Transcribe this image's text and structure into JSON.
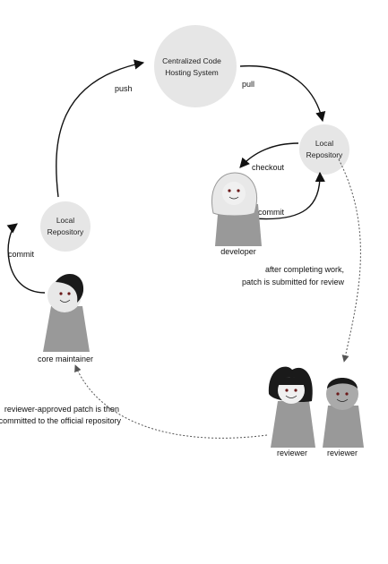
{
  "nodes": {
    "central": {
      "line1": "Centralized Code",
      "line2": "Hosting System"
    },
    "local_top": {
      "line1": "Local",
      "line2": "Repository"
    },
    "local_left": {
      "line1": "Local",
      "line2": "Repository"
    }
  },
  "edges": {
    "push": "push",
    "pull": "pull",
    "checkout": "checkout",
    "commit_dev": "commit",
    "commit_maint": "commit",
    "submit_line1": "after completing work,",
    "submit_line2": "patch is submitted for review",
    "approve_line1": "reviewer-approved patch is then",
    "approve_line2": "committed to the official repository"
  },
  "people": {
    "developer": "developer",
    "core_maintainer": "core maintainer",
    "reviewer1": "reviewer",
    "reviewer2": "reviewer"
  },
  "colors": {
    "node_fill": "#e6e6e6",
    "body_fill": "#999999",
    "hair_dark": "#1a1a1a",
    "hair_gray": "#777777",
    "face_fill": "#f0f0f0",
    "stroke": "#111111"
  }
}
